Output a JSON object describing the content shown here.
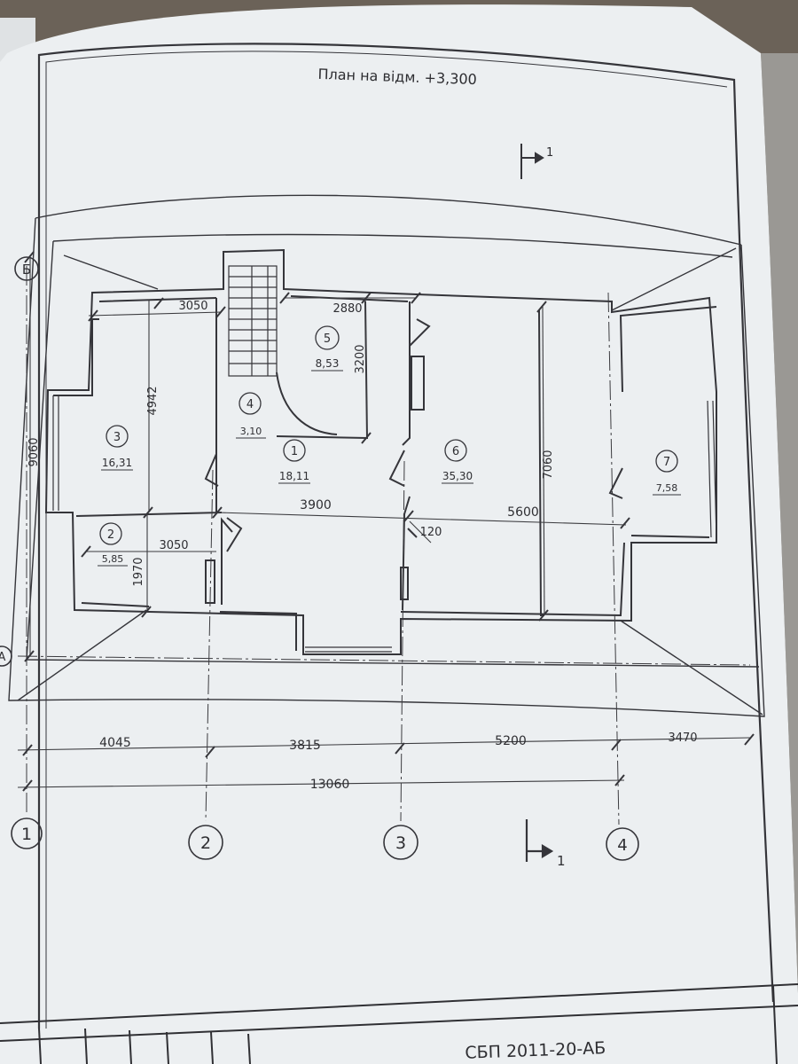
{
  "drawing": {
    "title": "План на відм. +3,300",
    "stamp_code": "СБП 2011-20-АБ",
    "section_mark": "1"
  },
  "rooms": [
    {
      "number": "1",
      "area": "18,11"
    },
    {
      "number": "2",
      "area": "5,85"
    },
    {
      "number": "3",
      "area": "16,31"
    },
    {
      "number": "4",
      "area": "3,10"
    },
    {
      "number": "5",
      "area": "8,53"
    },
    {
      "number": "6",
      "area": "35,30"
    },
    {
      "number": "7",
      "area": "7,58"
    }
  ],
  "axes": {
    "vertical": [
      "1",
      "2",
      "3",
      "4"
    ],
    "horizontal": [
      "Б",
      "А"
    ]
  },
  "dimensions": {
    "room3_width": "3050",
    "room5_width": "2880",
    "room5_depth": "3200",
    "room3_depth": "4942",
    "overall_depth": "9060",
    "room6_depth": "7060",
    "hall_width": "3900",
    "room6_width": "5600",
    "wall": "120",
    "room2_width": "3050",
    "room2_depth": "1970",
    "span_1_2": "4045",
    "span_2_3": "3815",
    "span_3_4": "5200",
    "span_4_end": "3470",
    "overall_length": "13060"
  },
  "colors": {
    "paper": "#eceff1",
    "ink": "#35353a",
    "background": "#6b6258"
  }
}
